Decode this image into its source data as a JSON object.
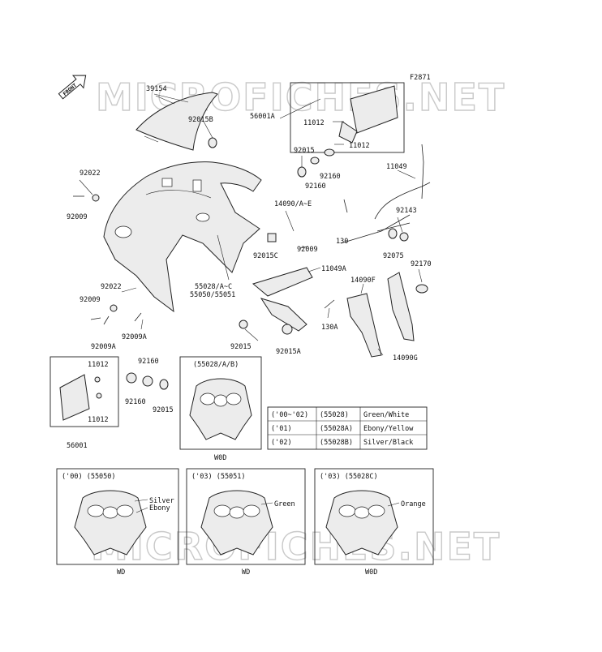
{
  "diagram_code": "F2871",
  "watermark": "MICROFICHES.NET",
  "front_arrow": "FRONT",
  "part_labels": {
    "p39154": "39154",
    "p92015B": "92015B",
    "p56001A": "56001A",
    "p11012a": "11012",
    "p11012b": "11012",
    "p92022a": "92022",
    "p92009a": "92009",
    "p92015a": "92015",
    "p92160a": "92160",
    "p92160b": "92160",
    "p11049": "11049",
    "p14090AE": "14090/A~E",
    "p92143": "92143",
    "p130": "130",
    "p92075": "92075",
    "p92015C": "92015C",
    "p92009b": "92009",
    "p11049A": "11049A",
    "p92170": "92170",
    "p55028AC": "55028/A~C",
    "p55050": "55050/55051",
    "p14090F": "14090F",
    "p92022b": "92022",
    "p92009c": "92009",
    "p92009A": "92009A",
    "p92009Ab": "92009A",
    "p130A": "130A",
    "p92015b": "92015",
    "p92015Aa": "92015A",
    "p14090G": "14090G",
    "p11012c": "11012",
    "p11012d": "11012",
    "p92160c": "92160",
    "p92160d": "92160",
    "p92015c": "92015",
    "p56001": "56001"
  },
  "inset_main": {
    "title": "(55028/A/B)",
    "tag": "W0D"
  },
  "color_table": [
    {
      "year": "('00~'02)",
      "code": "(55028)",
      "color": "Green/White"
    },
    {
      "year": "('01)",
      "code": "(55028A)",
      "color": "Ebony/Yellow"
    },
    {
      "year": "('02)",
      "code": "(55028B)",
      "color": "Silver/Black"
    }
  ],
  "variants": [
    {
      "title": "('00) (55050)",
      "callout1": "Silver",
      "callout2": "Ebony",
      "tag": "WD"
    },
    {
      "title": "('03) (55051)",
      "callout1": "Green",
      "callout2": "",
      "tag": "WD"
    },
    {
      "title": "('03) (55028C)",
      "callout1": "Orange",
      "callout2": "",
      "tag": "W0D"
    }
  ]
}
